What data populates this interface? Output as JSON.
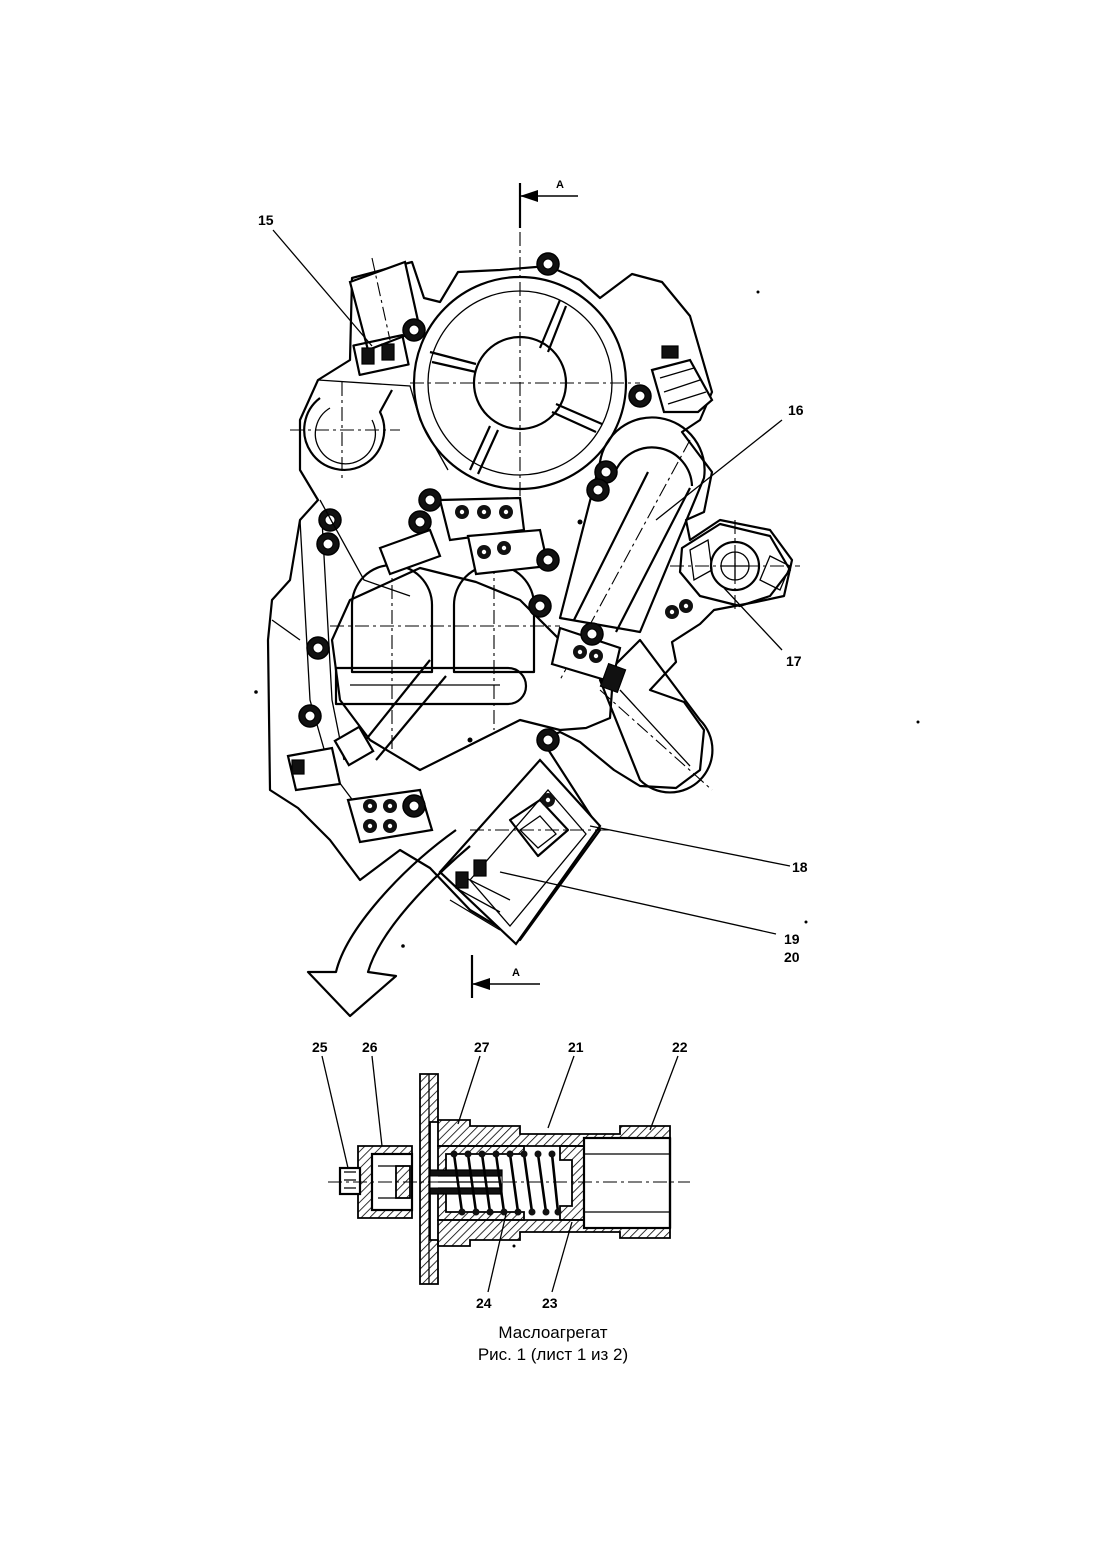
{
  "section_marker": "A",
  "upper_view_labels": [
    "15",
    "16",
    "17",
    "18",
    "19",
    "20"
  ],
  "lower_view_labels": [
    "25",
    "26",
    "27",
    "21",
    "22",
    "24",
    "23"
  ],
  "caption": {
    "title": "Маслоагрегат",
    "subtitle": "Рис. 1 (лист 1 из 2)"
  }
}
